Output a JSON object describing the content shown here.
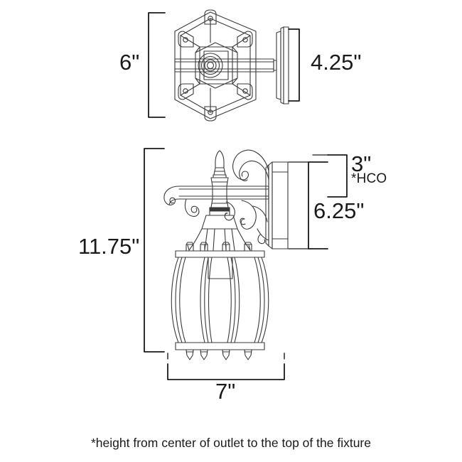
{
  "drawing": {
    "title": "Wall lantern fixture dimension drawing",
    "line_color": "#3a3a3a",
    "text_color": "#1a1a1a",
    "background_color": "#ffffff"
  },
  "dimensions": {
    "top_view_width": "6\"",
    "top_view_depth": "4.25\"",
    "fixture_height": "11.75\"",
    "outlet_to_top": "3\"",
    "outlet_to_top_note": "*HCO",
    "backplate_height": "6.25\"",
    "fixture_width": "7\""
  },
  "footnote": {
    "text": "*height from center of outlet to the top of the fixture"
  },
  "views": {
    "top": {
      "name": "top-view-hexagonal-backplate",
      "parts": [
        "hexagon-plate",
        "inner-hexagon",
        "center-hub",
        "cross-arm",
        "corner-screws",
        "wall-mount-plate"
      ]
    },
    "side": {
      "name": "side-elevation-wall-lantern",
      "parts": [
        "finial",
        "scroll-arm",
        "upper-scrollwork",
        "shoulder-cap",
        "cage-bars",
        "glass-body",
        "top-rail",
        "bottom-rail",
        "bottom-finials",
        "wall-backplate",
        "socket-cup"
      ]
    }
  }
}
